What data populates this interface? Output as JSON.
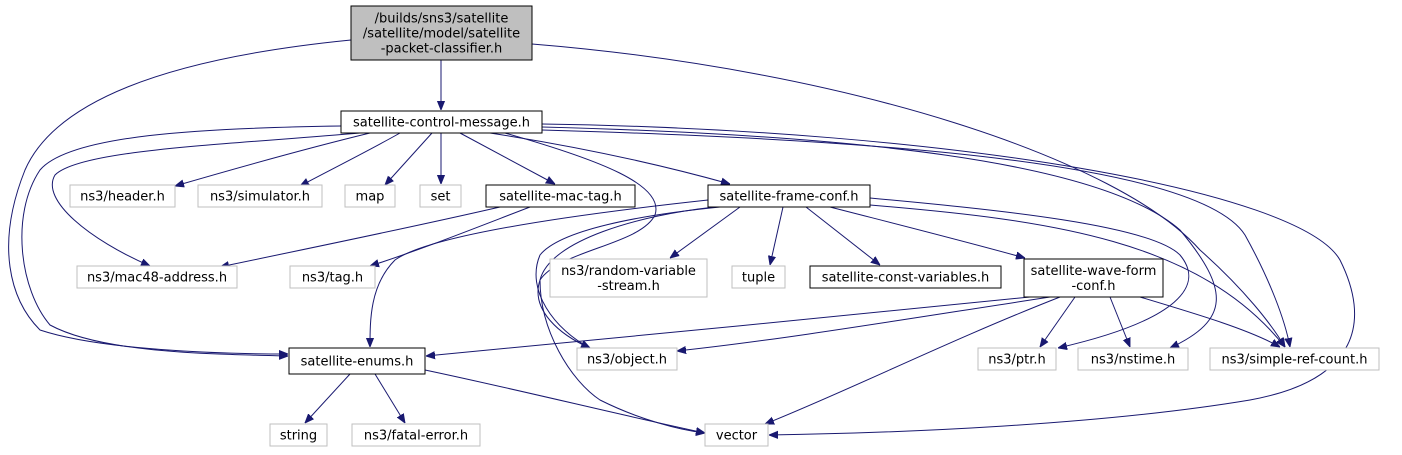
{
  "colors": {
    "edge": "#191970",
    "focus_fill": "#bfbfbf",
    "system_border": "#bfbfbf",
    "local_border": "#000000"
  },
  "nodes": [
    {
      "id": "root",
      "name": "satellite-packet-classifier-node",
      "lines": [
        "/builds/sns3/satellite",
        "/satellite/model/satellite",
        "-packet-classifier.h"
      ],
      "kind": "focus"
    },
    {
      "id": "ctrl",
      "name": "satellite-control-message-node",
      "lines": [
        "satellite-control-message.h"
      ],
      "kind": "local"
    },
    {
      "id": "header",
      "name": "ns3-header-node",
      "lines": [
        "ns3/header.h"
      ],
      "kind": "system"
    },
    {
      "id": "simulator",
      "name": "ns3-simulator-node",
      "lines": [
        "ns3/simulator.h"
      ],
      "kind": "system"
    },
    {
      "id": "map",
      "name": "map-node",
      "lines": [
        "map"
      ],
      "kind": "system"
    },
    {
      "id": "set",
      "name": "set-node",
      "lines": [
        "set"
      ],
      "kind": "system"
    },
    {
      "id": "mactag",
      "name": "satellite-mac-tag-node",
      "lines": [
        "satellite-mac-tag.h"
      ],
      "kind": "local"
    },
    {
      "id": "frameconf",
      "name": "satellite-frame-conf-node",
      "lines": [
        "satellite-frame-conf.h"
      ],
      "kind": "local"
    },
    {
      "id": "mac48",
      "name": "ns3-mac48-address-node",
      "lines": [
        "ns3/mac48-address.h"
      ],
      "kind": "system"
    },
    {
      "id": "tag",
      "name": "ns3-tag-node",
      "lines": [
        "ns3/tag.h"
      ],
      "kind": "system"
    },
    {
      "id": "randvar",
      "name": "ns3-random-variable-stream-node",
      "lines": [
        "ns3/random-variable",
        "-stream.h"
      ],
      "kind": "system"
    },
    {
      "id": "tuple",
      "name": "tuple-node",
      "lines": [
        "tuple"
      ],
      "kind": "system"
    },
    {
      "id": "constvars",
      "name": "satellite-const-variables-node",
      "lines": [
        "satellite-const-variables.h"
      ],
      "kind": "local"
    },
    {
      "id": "waveform",
      "name": "satellite-wave-form-conf-node",
      "lines": [
        "satellite-wave-form",
        "-conf.h"
      ],
      "kind": "local"
    },
    {
      "id": "enums",
      "name": "satellite-enums-node",
      "lines": [
        "satellite-enums.h"
      ],
      "kind": "local"
    },
    {
      "id": "object",
      "name": "ns3-object-node",
      "lines": [
        "ns3/object.h"
      ],
      "kind": "system"
    },
    {
      "id": "ptr",
      "name": "ns3-ptr-node",
      "lines": [
        "ns3/ptr.h"
      ],
      "kind": "system"
    },
    {
      "id": "nstime",
      "name": "ns3-nstime-node",
      "lines": [
        "ns3/nstime.h"
      ],
      "kind": "system"
    },
    {
      "id": "simplerefcount",
      "name": "ns3-simple-ref-count-node",
      "lines": [
        "ns3/simple-ref-count.h"
      ],
      "kind": "system"
    },
    {
      "id": "string",
      "name": "string-node",
      "lines": [
        "string"
      ],
      "kind": "system"
    },
    {
      "id": "fatalerror",
      "name": "ns3-fatal-error-node",
      "lines": [
        "ns3/fatal-error.h"
      ],
      "kind": "system"
    },
    {
      "id": "vector",
      "name": "vector-node",
      "lines": [
        "vector"
      ],
      "kind": "system"
    }
  ],
  "edges": [
    [
      "root",
      "ctrl"
    ],
    [
      "root",
      "enums"
    ],
    [
      "root",
      "simplerefcount"
    ],
    [
      "ctrl",
      "header"
    ],
    [
      "ctrl",
      "simulator"
    ],
    [
      "ctrl",
      "map"
    ],
    [
      "ctrl",
      "set"
    ],
    [
      "ctrl",
      "mactag"
    ],
    [
      "ctrl",
      "frameconf"
    ],
    [
      "ctrl",
      "mac48"
    ],
    [
      "ctrl",
      "enums"
    ],
    [
      "ctrl",
      "object"
    ],
    [
      "ctrl",
      "nstime"
    ],
    [
      "ctrl",
      "simplerefcount"
    ],
    [
      "ctrl",
      "vector"
    ],
    [
      "mactag",
      "mac48"
    ],
    [
      "mactag",
      "tag"
    ],
    [
      "frameconf",
      "randvar"
    ],
    [
      "frameconf",
      "tuple"
    ],
    [
      "frameconf",
      "constvars"
    ],
    [
      "frameconf",
      "waveform"
    ],
    [
      "frameconf",
      "enums"
    ],
    [
      "frameconf",
      "object"
    ],
    [
      "frameconf",
      "ptr"
    ],
    [
      "frameconf",
      "simplerefcount"
    ],
    [
      "frameconf",
      "vector"
    ],
    [
      "waveform",
      "enums"
    ],
    [
      "waveform",
      "object"
    ],
    [
      "waveform",
      "ptr"
    ],
    [
      "waveform",
      "nstime"
    ],
    [
      "waveform",
      "simplerefcount"
    ],
    [
      "waveform",
      "vector"
    ],
    [
      "enums",
      "string"
    ],
    [
      "enums",
      "fatalerror"
    ],
    [
      "enums",
      "vector"
    ]
  ]
}
